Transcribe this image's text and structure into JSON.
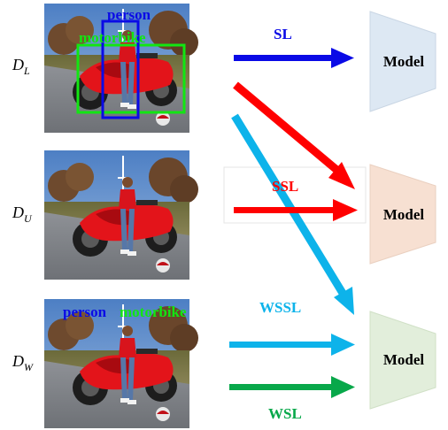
{
  "rows": [
    {
      "label_main": "D",
      "label_sub": "L"
    },
    {
      "label_main": "D",
      "label_sub": "U"
    },
    {
      "label_main": "D",
      "label_sub": "W"
    }
  ],
  "image1": {
    "box_person_label": "person",
    "box_motorbike_label": "motorbike"
  },
  "image3": {
    "tag_person": "person",
    "tag_motorbike": "motorbike"
  },
  "arrows": {
    "sl": "SL",
    "ssl": "SSL",
    "wssl": "WSSL",
    "wsl": "WSL"
  },
  "models": [
    {
      "label": "Model",
      "fill": "#dde8f3"
    },
    {
      "label": "Model",
      "fill": "#f7e0d2"
    },
    {
      "label": "Model",
      "fill": "#e2eedb"
    }
  ],
  "colors": {
    "blue": "#0a0ae6",
    "red": "#ff0000",
    "cyan": "#0db3ea",
    "green": "#08a84a",
    "box_green": "#12e612"
  }
}
